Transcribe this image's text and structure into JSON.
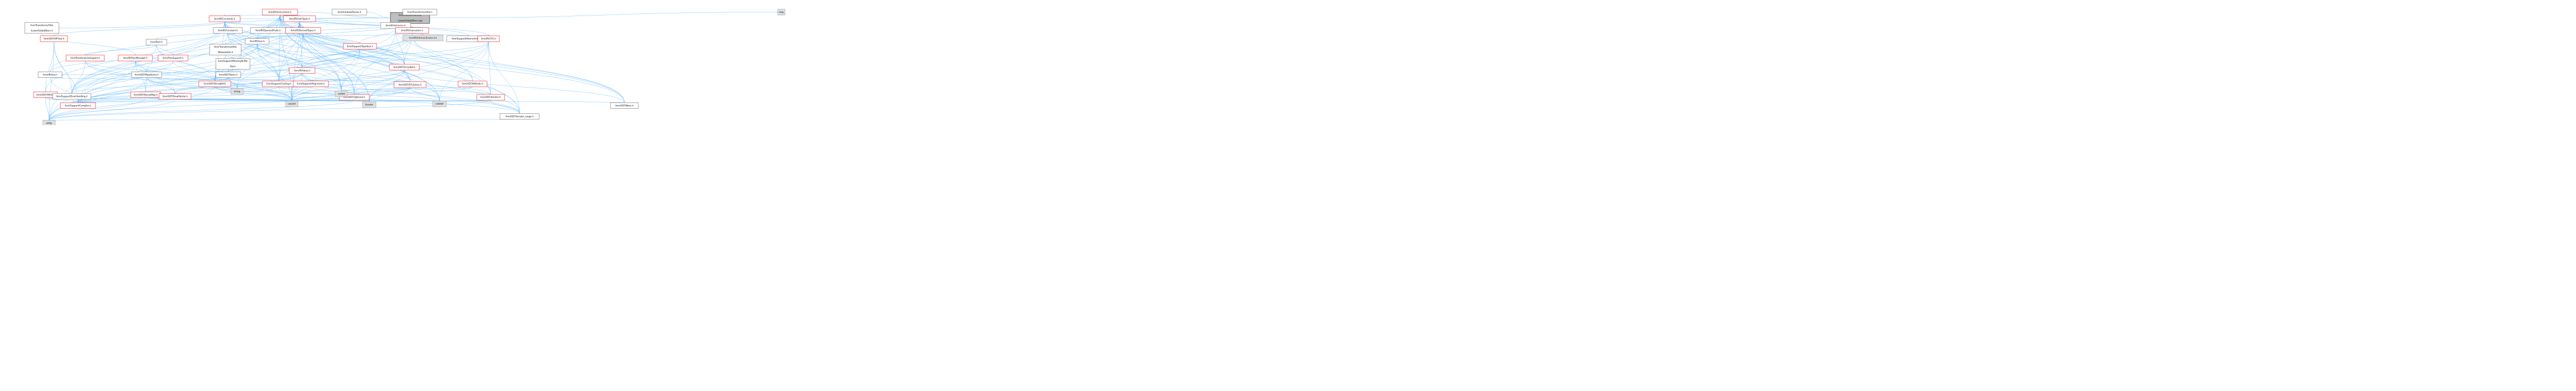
{
  "nodes": [
    {
      "id": "root",
      "lines": [
        "llvm/Transforms/Utils",
        "/LowerGlobalDtors.cpp"
      ],
      "type": "root"
    },
    {
      "id": "initpasses",
      "lines": [
        "llvm/InitializePasses.h"
      ],
      "type": "normal"
    },
    {
      "id": "transutils",
      "lines": [
        "llvm/Transforms/Utils.h"
      ],
      "type": "normal"
    },
    {
      "id": "lowerglobaldtorsh",
      "lines": [
        "llvm/Transforms/Utils",
        "/LowerGlobalDtors.h"
      ],
      "type": "normal"
    },
    {
      "id": "instructions",
      "lines": [
        "llvm/IR/Instructions.h"
      ],
      "type": "red"
    },
    {
      "id": "map",
      "lines": [
        "map"
      ],
      "type": "system"
    },
    {
      "id": "constants",
      "lines": [
        "llvm/IR/Constants.h"
      ],
      "type": "red"
    },
    {
      "id": "inttraits",
      "lines": [
        "llvm/IR/InstrTypes.h"
      ],
      "type": "red"
    },
    {
      "id": "intrinsics",
      "lines": [
        "llvm/IR/Intrinsics.h"
      ],
      "type": "normal"
    },
    {
      "id": "apfloat",
      "lines": [
        "llvm/ADT/APFloat.h"
      ],
      "type": "red"
    },
    {
      "id": "irconstant",
      "lines": [
        "llvm/IR/Constant.h"
      ],
      "type": "normal"
    },
    {
      "id": "operandtraits",
      "lines": [
        "llvm/IR/OperandTraits.h"
      ],
      "type": "normal"
    },
    {
      "id": "derivedtypes",
      "lines": [
        "llvm/IR/DerivedTypes.h"
      ],
      "type": "red"
    },
    {
      "id": "instruction",
      "lines": [
        "llvm/IR/Instruction.h"
      ],
      "type": "red"
    },
    {
      "id": "atomicordering",
      "lines": [
        "llvm/Support/AtomicOrdering.h"
      ],
      "type": "normal"
    },
    {
      "id": "cfg",
      "lines": [
        "llvm/IR/CFG.h"
      ],
      "type": "red"
    },
    {
      "id": "intrinsicenums",
      "lines": [
        "llvm/IR/IntrinsicEnums.inc"
      ],
      "type": "system"
    },
    {
      "id": "pass",
      "lines": [
        "llvm/Pass.h"
      ],
      "type": "normal"
    },
    {
      "id": "moduleutils",
      "lines": [
        "llvm/Transforms/Utils",
        "/ModuleUtils.h"
      ],
      "type": "normal"
    },
    {
      "id": "iruser",
      "lines": [
        "llvm/IR/User.h"
      ],
      "type": "normal"
    },
    {
      "id": "typesize",
      "lines": [
        "llvm/Support/TypeSize.h"
      ],
      "type": "red"
    },
    {
      "id": "memorybufferref",
      "lines": [
        "llvm/Support/MemoryBuffer",
        "Ref.h"
      ],
      "type": "normal"
    },
    {
      "id": "passanalysissupport",
      "lines": [
        "llvm/PassAnalysisSupport.h"
      ],
      "type": "red"
    },
    {
      "id": "passmanager",
      "lines": [
        "llvm/IR/PassManager.h"
      ],
      "type": "red"
    },
    {
      "id": "passsupport",
      "lines": [
        "llvm/PassSupport.h"
      ],
      "type": "red"
    },
    {
      "id": "twine",
      "lines": [
        "llvm/ADT/Twine.h"
      ],
      "type": "normal"
    },
    {
      "id": "irvalue",
      "lines": [
        "llvm/IR/Value.h"
      ],
      "type": "red"
    },
    {
      "id": "arrayref",
      "lines": [
        "llvm/ADT/ArrayRef.h"
      ],
      "type": "red"
    },
    {
      "id": "iruse",
      "lines": [
        "llvm/IR/Use.h"
      ],
      "type": "normal"
    },
    {
      "id": "mapvector",
      "lines": [
        "llvm/ADT/MapVector.h"
      ],
      "type": "normal"
    },
    {
      "id": "stringref",
      "lines": [
        "llvm/ADT/StringRef.h"
      ],
      "type": "red"
    },
    {
      "id": "casting",
      "lines": [
        "llvm/Support/Casting.h"
      ],
      "type": "red"
    },
    {
      "id": "alignment",
      "lines": [
        "llvm/Support/Alignment.h"
      ],
      "type": "red"
    },
    {
      "id": "stlextras",
      "lines": [
        "llvm/ADT/STLExtras.h"
      ],
      "type": "red"
    },
    {
      "id": "bitfields",
      "lines": [
        "llvm/ADT/Bitfields.h"
      ],
      "type": "red"
    },
    {
      "id": "apint",
      "lines": [
        "llvm/ADT/APInt.h"
      ],
      "type": "red"
    },
    {
      "id": "errorhandling",
      "lines": [
        "llvm/Support/ErrorHandling.h"
      ],
      "type": "normal"
    },
    {
      "id": "densemap",
      "lines": [
        "llvm/ADT/DenseMap.h"
      ],
      "type": "red"
    },
    {
      "id": "smallvector",
      "lines": [
        "llvm/ADT/SmallVector.h"
      ],
      "type": "red"
    },
    {
      "id": "string",
      "lines": [
        "string"
      ],
      "type": "system"
    },
    {
      "id": "optional",
      "lines": [
        "llvm/ADT/Optional.h"
      ],
      "type": "red"
    },
    {
      "id": "cstdint",
      "lines": [
        "cstdint"
      ],
      "type": "system"
    },
    {
      "id": "adtiterator",
      "lines": [
        "llvm/ADT/iterator.h"
      ],
      "type": "red"
    },
    {
      "id": "compiler",
      "lines": [
        "llvm/Support/Compiler.h"
      ],
      "type": "red"
    },
    {
      "id": "cassert",
      "lines": [
        "cassert"
      ],
      "type": "system"
    },
    {
      "id": "iterator",
      "lines": [
        "iterator"
      ],
      "type": "system"
    },
    {
      "id": "cstddef",
      "lines": [
        "cstddef"
      ],
      "type": "system"
    },
    {
      "id": "iteratorrange",
      "lines": [
        "llvm/ADT/iterator_range.h"
      ],
      "type": "normal"
    },
    {
      "id": "none",
      "lines": [
        "llvm/ADT/None.h"
      ],
      "type": "normal"
    },
    {
      "id": "utility",
      "lines": [
        "utility"
      ],
      "type": "system"
    }
  ],
  "colors": {
    "edge": "#63b8ff",
    "root_fill": "#bfbfbf",
    "root_border": "#000000",
    "normal_fill": "#ffffff",
    "normal_border": "#666666",
    "red_fill": "#ffffff",
    "red_border": "#ff0000",
    "system_fill": "#e0e0e0",
    "system_border": "#999999",
    "text": "#000000"
  },
  "edges": [
    [
      "root",
      "initpasses"
    ],
    [
      "root",
      "transutils"
    ],
    [
      "root",
      "lowerglobaldtorsh"
    ],
    [
      "root",
      "instructions"
    ],
    [
      "root",
      "constants"
    ],
    [
      "root",
      "intrinsics"
    ],
    [
      "root",
      "moduleutils"
    ],
    [
      "root",
      "pass"
    ],
    [
      "root",
      "map"
    ],
    [
      "lowerglobaldtorsh",
      "passmanager"
    ],
    [
      "instructions",
      "inttraits"
    ],
    [
      "instructions",
      "constants"
    ],
    [
      "instructions",
      "derivedtypes"
    ],
    [
      "instructions",
      "instruction"
    ],
    [
      "instructions",
      "operandtraits"
    ],
    [
      "instructions",
      "cfg"
    ],
    [
      "instructions",
      "atomicordering"
    ],
    [
      "instructions",
      "iruse"
    ],
    [
      "instructions",
      "iruser"
    ],
    [
      "instructions",
      "arrayref"
    ],
    [
      "instructions",
      "stlextras"
    ],
    [
      "instructions",
      "bitfields"
    ],
    [
      "instructions",
      "twine"
    ],
    [
      "instructions",
      "mapvector"
    ],
    [
      "instructions",
      "errorhandling"
    ],
    [
      "instructions",
      "casting"
    ],
    [
      "instructions",
      "iterator"
    ],
    [
      "instructions",
      "cstddef"
    ],
    [
      "instructions",
      "cstdint"
    ],
    [
      "instructions",
      "cassert"
    ],
    [
      "instructions",
      "none"
    ],
    [
      "instructions",
      "optional"
    ],
    [
      "instructions",
      "iteratorrange"
    ],
    [
      "instructions",
      "adtiterator"
    ],
    [
      "instructions",
      "stringref"
    ],
    [
      "constants",
      "apfloat"
    ],
    [
      "constants",
      "apint"
    ],
    [
      "constants",
      "irconstant"
    ],
    [
      "constants",
      "derivedtypes"
    ],
    [
      "constants",
      "operandtraits"
    ],
    [
      "constants",
      "iruser"
    ],
    [
      "constants",
      "irvalue"
    ],
    [
      "constants",
      "casting"
    ],
    [
      "constants",
      "compiler"
    ],
    [
      "constants",
      "errorhandling"
    ],
    [
      "constants",
      "arrayref"
    ],
    [
      "constants",
      "stringref"
    ],
    [
      "constants",
      "none"
    ],
    [
      "constants",
      "optional"
    ],
    [
      "constants",
      "cstddef"
    ],
    [
      "constants",
      "cstdint"
    ],
    [
      "constants",
      "cassert"
    ],
    [
      "inttraits",
      "operandtraits"
    ],
    [
      "inttraits",
      "derivedtypes"
    ],
    [
      "inttraits",
      "instruction"
    ],
    [
      "inttraits",
      "iruser"
    ],
    [
      "inttraits",
      "irvalue"
    ],
    [
      "inttraits",
      "arrayref"
    ],
    [
      "inttraits",
      "stlextras"
    ],
    [
      "inttraits",
      "twine"
    ],
    [
      "inttraits",
      "stringref"
    ],
    [
      "inttraits",
      "casting"
    ],
    [
      "inttraits",
      "errorhandling"
    ],
    [
      "inttraits",
      "iteratorrange"
    ],
    [
      "inttraits",
      "none"
    ],
    [
      "inttraits",
      "optional"
    ],
    [
      "inttraits",
      "iterator"
    ],
    [
      "inttraits",
      "cstddef"
    ],
    [
      "inttraits",
      "cstdint"
    ],
    [
      "inttraits",
      "string"
    ],
    [
      "inttraits",
      "cassert"
    ],
    [
      "intrinsics",
      "intrinsicenums"
    ],
    [
      "intrinsics",
      "arrayref"
    ],
    [
      "intrinsics",
      "typesize"
    ],
    [
      "intrinsics",
      "none"
    ],
    [
      "intrinsics",
      "optional"
    ],
    [
      "intrinsics",
      "string"
    ],
    [
      "apfloat",
      "apint"
    ],
    [
      "apfloat",
      "errorhandling"
    ],
    [
      "apfloat",
      "compiler"
    ],
    [
      "apfloat",
      "utility"
    ],
    [
      "irconstant",
      "iruser"
    ],
    [
      "irconstant",
      "irvalue"
    ],
    [
      "irconstant",
      "casting"
    ],
    [
      "irconstant",
      "compiler"
    ],
    [
      "operandtraits",
      "iruser"
    ],
    [
      "derivedtypes",
      "arrayref"
    ],
    [
      "derivedtypes",
      "stlextras"
    ],
    [
      "derivedtypes",
      "stringref"
    ],
    [
      "derivedtypes",
      "iruser"
    ],
    [
      "derivedtypes",
      "casting"
    ],
    [
      "derivedtypes",
      "typesize"
    ],
    [
      "derivedtypes",
      "cassert"
    ],
    [
      "derivedtypes",
      "cstdint"
    ],
    [
      "instruction",
      "bitfields"
    ],
    [
      "instruction",
      "atomicordering"
    ],
    [
      "instruction",
      "iruser"
    ],
    [
      "instruction",
      "irvalue"
    ],
    [
      "instruction",
      "arrayref"
    ],
    [
      "instruction",
      "stringref"
    ],
    [
      "instruction",
      "casting"
    ],
    [
      "instruction",
      "cstdint"
    ],
    [
      "instruction",
      "utility"
    ],
    [
      "instruction",
      "adtiterator"
    ],
    [
      "cfg",
      "adtiterator"
    ],
    [
      "cfg",
      "iteratorrange"
    ],
    [
      "cfg",
      "irvalue"
    ],
    [
      "cfg",
      "casting"
    ],
    [
      "cfg",
      "cassert"
    ],
    [
      "cfg",
      "cstddef"
    ],
    [
      "cfg",
      "iterator"
    ],
    [
      "pass",
      "passanalysissupport"
    ],
    [
      "pass",
      "passsupport"
    ],
    [
      "pass",
      "string"
    ],
    [
      "pass",
      "stringref"
    ],
    [
      "pass",
      "errorhandling"
    ],
    [
      "moduleutils",
      "memorybufferref"
    ],
    [
      "moduleutils",
      "stringref"
    ],
    [
      "moduleutils",
      "utility"
    ],
    [
      "iruser",
      "iruse"
    ],
    [
      "iruser",
      "irvalue"
    ],
    [
      "iruser",
      "arrayref"
    ],
    [
      "iruser",
      "casting"
    ],
    [
      "iruser",
      "errorhandling"
    ],
    [
      "iruser",
      "compiler"
    ],
    [
      "iruser",
      "iteratorrange"
    ],
    [
      "iruser",
      "cassert"
    ],
    [
      "iruser",
      "cstdint"
    ],
    [
      "typesize",
      "compiler"
    ],
    [
      "typesize",
      "errorhandling"
    ],
    [
      "typesize",
      "cassert"
    ],
    [
      "typesize",
      "cstdint"
    ],
    [
      "memorybufferref",
      "stringref"
    ],
    [
      "passanalysissupport",
      "stringref"
    ],
    [
      "passanalysissupport",
      "smallvector"
    ],
    [
      "passanalysissupport",
      "cassert"
    ],
    [
      "passanalysissupport",
      "utility"
    ],
    [
      "passmanager",
      "mapvector"
    ],
    [
      "passmanager",
      "stringref"
    ],
    [
      "passmanager",
      "smallvector"
    ],
    [
      "passmanager",
      "densemap"
    ],
    [
      "passmanager",
      "cassert"
    ],
    [
      "passmanager",
      "utility"
    ],
    [
      "passsupport",
      "stringref"
    ],
    [
      "passsupport",
      "errorhandling"
    ],
    [
      "twine",
      "smallvector"
    ],
    [
      "twine",
      "stringref"
    ],
    [
      "twine",
      "errorhandling"
    ],
    [
      "twine",
      "cassert"
    ],
    [
      "twine",
      "cstdint"
    ],
    [
      "twine",
      "string"
    ],
    [
      "irvalue",
      "iruse"
    ],
    [
      "irvalue",
      "alignment"
    ],
    [
      "irvalue",
      "casting"
    ],
    [
      "irvalue",
      "stringref"
    ],
    [
      "irvalue",
      "compiler"
    ],
    [
      "irvalue",
      "iteratorrange"
    ],
    [
      "irvalue",
      "cassert"
    ],
    [
      "irvalue",
      "iterator"
    ],
    [
      "irvalue",
      "string"
    ],
    [
      "irvalue",
      "adtiterator"
    ],
    [
      "arrayref",
      "stlextras"
    ],
    [
      "arrayref",
      "smallvector"
    ],
    [
      "arrayref",
      "optional"
    ],
    [
      "arrayref",
      "none"
    ],
    [
      "arrayref",
      "compiler"
    ],
    [
      "arrayref",
      "iterator"
    ],
    [
      "arrayref",
      "cassert"
    ],
    [
      "arrayref",
      "cstddef"
    ],
    [
      "iruse",
      "compiler"
    ],
    [
      "iruse",
      "casting"
    ],
    [
      "mapvector",
      "densemap"
    ],
    [
      "mapvector",
      "smallvector"
    ],
    [
      "mapvector",
      "stlextras"
    ],
    [
      "mapvector",
      "cassert"
    ],
    [
      "mapvector",
      "iterator"
    ],
    [
      "mapvector",
      "utility"
    ],
    [
      "stringref",
      "stlextras"
    ],
    [
      "stringref",
      "iteratorrange"
    ],
    [
      "stringref",
      "compiler"
    ],
    [
      "stringref",
      "cassert"
    ],
    [
      "stringref",
      "cstddef"
    ],
    [
      "stringref",
      "string"
    ],
    [
      "stringref",
      "utility"
    ],
    [
      "casting",
      "compiler"
    ],
    [
      "casting",
      "cassert"
    ],
    [
      "casting",
      "optional"
    ],
    [
      "alignment",
      "optional"
    ],
    [
      "alignment",
      "cassert"
    ],
    [
      "alignment",
      "string"
    ],
    [
      "stlextras",
      "adtiterator"
    ],
    [
      "stlextras",
      "iteratorrange"
    ],
    [
      "stlextras",
      "optional"
    ],
    [
      "stlextras",
      "compiler"
    ],
    [
      "stlextras",
      "cassert"
    ],
    [
      "stlextras",
      "cstddef"
    ],
    [
      "stlextras",
      "cstdint"
    ],
    [
      "stlextras",
      "iterator"
    ],
    [
      "stlextras",
      "utility"
    ],
    [
      "bitfields",
      "cassert"
    ],
    [
      "bitfields",
      "cstdint"
    ],
    [
      "apint",
      "compiler"
    ],
    [
      "apint",
      "cassert"
    ],
    [
      "apint",
      "utility"
    ],
    [
      "errorhandling",
      "compiler"
    ],
    [
      "densemap",
      "compiler"
    ],
    [
      "densemap",
      "cassert"
    ],
    [
      "densemap",
      "cstddef"
    ],
    [
      "densemap",
      "iterator"
    ],
    [
      "densemap",
      "utility"
    ],
    [
      "smallvector",
      "compiler"
    ],
    [
      "smallvector",
      "cassert"
    ],
    [
      "smallvector",
      "cstddef"
    ],
    [
      "smallvector",
      "iterator"
    ],
    [
      "smallvector",
      "utility"
    ],
    [
      "optional",
      "none"
    ],
    [
      "optional",
      "compiler"
    ],
    [
      "optional",
      "cassert"
    ],
    [
      "optional",
      "utility"
    ],
    [
      "adtiterator",
      "iteratorrange"
    ],
    [
      "adtiterator",
      "cstddef"
    ],
    [
      "adtiterator",
      "iterator"
    ],
    [
      "adtiterator",
      "utility"
    ],
    [
      "iteratorrange",
      "utility"
    ]
  ]
}
